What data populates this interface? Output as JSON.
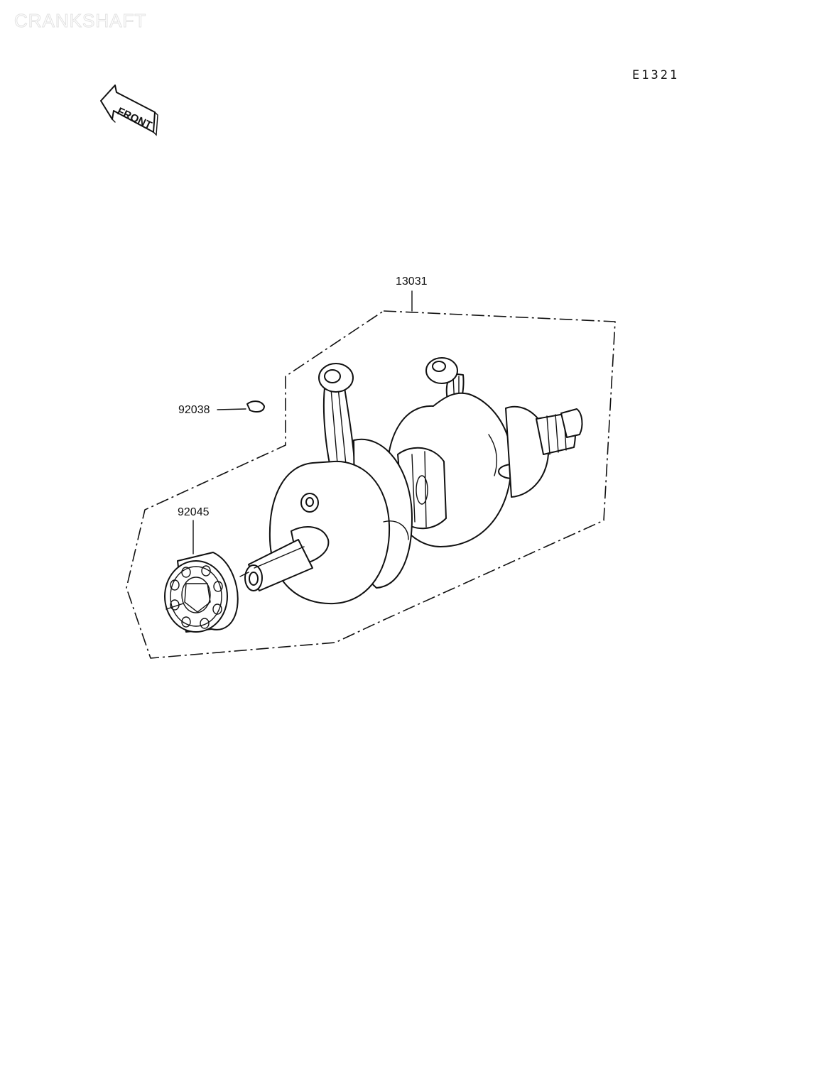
{
  "watermark": "CRANKSHAFT",
  "diagram_code": "E1321",
  "front_arrow": {
    "label": "FRONT",
    "icon": "front-arrow-icon"
  },
  "parts": [
    {
      "number": "13031",
      "role": "crankshaft-assembly"
    },
    {
      "number": "92038",
      "role": "key"
    },
    {
      "number": "92045",
      "role": "ball-bearing"
    }
  ]
}
